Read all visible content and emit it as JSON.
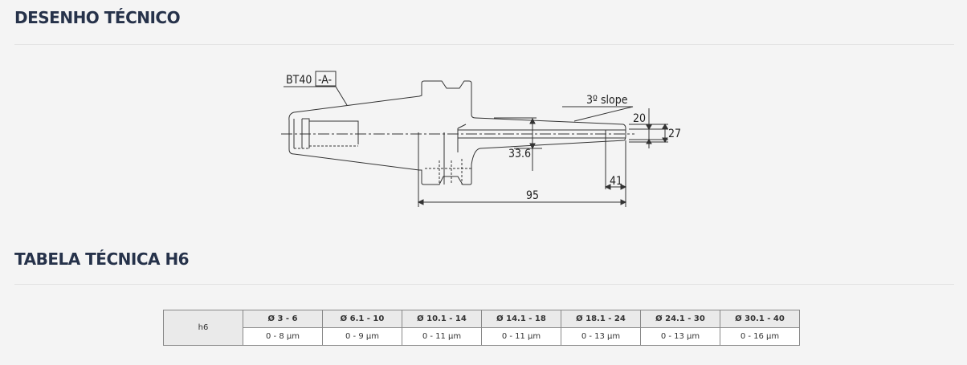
{
  "sections": {
    "drawing_title": "DESENHO TÉCNICO",
    "table_title": "TABELA TÉCNICA H6"
  },
  "drawing": {
    "model": "BT40",
    "datum": "-A-",
    "slope": "3º slope",
    "dim_20": "20",
    "dim_27": "27",
    "dim_33_6": "33.6",
    "dim_41": "41",
    "dim_95": "95"
  },
  "table": {
    "row_label": "h6",
    "headers": [
      "Ø 3 - 6",
      "Ø 6.1 - 10",
      "Ø 10.1 - 14",
      "Ø 14.1 - 18",
      "Ø 18.1 - 24",
      "Ø 24.1 - 30",
      "Ø 30.1 - 40"
    ],
    "values": [
      "0 - 8 µm",
      "0 - 9 µm",
      "0 - 11 µm",
      "0 - 11 µm",
      "0 - 13 µm",
      "0 - 13 µm",
      "0 - 16 µm"
    ]
  }
}
